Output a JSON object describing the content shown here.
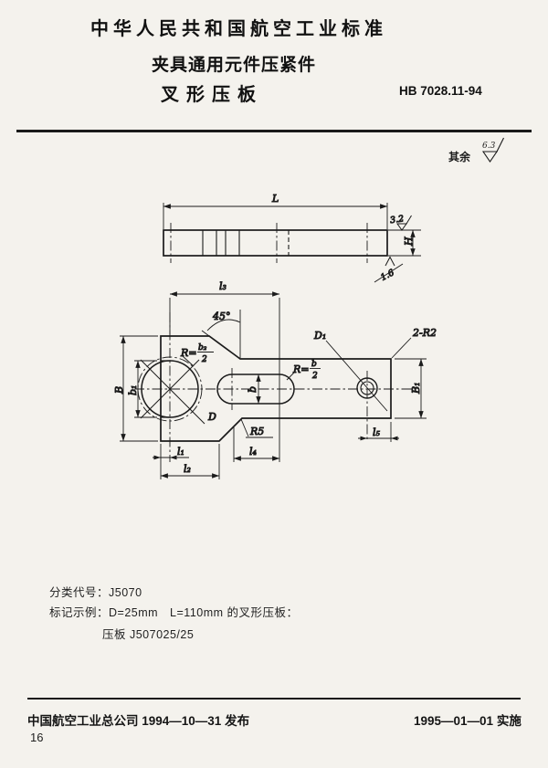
{
  "header": {
    "line1": "中华人民共和国航空工业标准",
    "line2": "夹具通用元件压紧件",
    "line3": "叉形压板",
    "standard_no": "HB 7028.11-94"
  },
  "surface_note": {
    "text": "其余",
    "value": "6.3"
  },
  "side_view": {
    "labels": {
      "L": "L",
      "H": "H",
      "rough_top": "3.2",
      "rough_bottom": "1.6"
    }
  },
  "plan_view": {
    "labels": {
      "l3": "l₃",
      "angle": "45°",
      "B": "B",
      "b1": "b₁",
      "b": "b",
      "B1": "B₁",
      "D": "D",
      "D1": "D₁",
      "corner": "2-R2",
      "fillet": "R5",
      "l1": "l₁",
      "l2": "l₂",
      "l4": "l₄",
      "l5": "l₅"
    },
    "r_head": {
      "pre": "R=",
      "num": "b₂",
      "den": "2"
    },
    "r_slot": {
      "pre": "R=",
      "num": "b",
      "den": "2"
    }
  },
  "notes": {
    "class_code": "分类代号：J5070",
    "example_line1": "标记示例：D=25mm　L=110mm 的叉形压板：",
    "example_line2": "压板 J507025/25"
  },
  "footer": {
    "issuer": "中国航空工业总公司 1994—10—31 发布",
    "implement": "1995—01—01 实施",
    "page_no": "16"
  }
}
